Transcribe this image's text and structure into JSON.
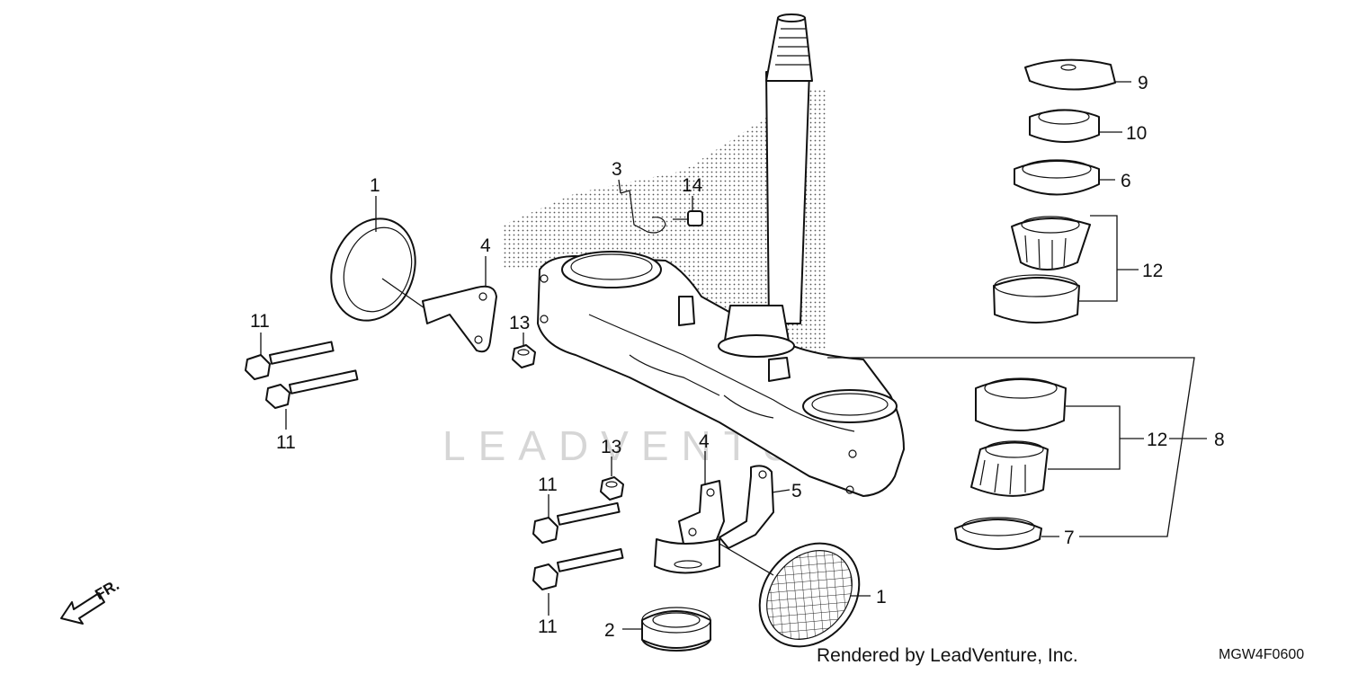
{
  "watermark": "LEADVENTURE",
  "credit": "Rendered by LeadVenture, Inc.",
  "diagram_code": "MGW4F0600",
  "front_marker": "FR.",
  "callouts": {
    "c1a": "1",
    "c1b": "1",
    "c2": "2",
    "c3": "3",
    "c4a": "4",
    "c4b": "4",
    "c5": "5",
    "c6": "6",
    "c7": "7",
    "c8": "8",
    "c9": "9",
    "c10": "10",
    "c11a": "11",
    "c11b": "11",
    "c11c": "11",
    "c11d": "11",
    "c12a": "12",
    "c12b": "12",
    "c13a": "13",
    "c13b": "13",
    "c14": "14"
  }
}
